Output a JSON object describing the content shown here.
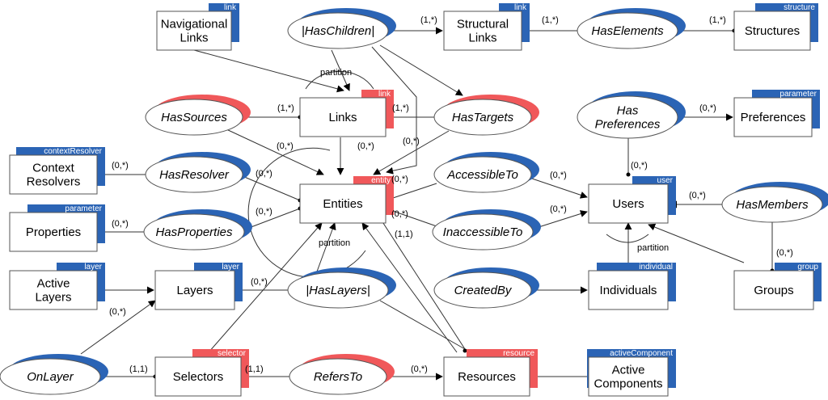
{
  "colors": {
    "blue": "#2b64b5",
    "red": "#f0585a",
    "box_border": "#555555",
    "line": "#333333"
  },
  "entities": {
    "navigational_links": {
      "lines": [
        "Navigational",
        "Links"
      ],
      "tag": "link",
      "accent": "blue"
    },
    "structural_links": {
      "lines": [
        "Structural",
        "Links"
      ],
      "tag": "link",
      "accent": "blue"
    },
    "structures": {
      "lines": [
        "Structures"
      ],
      "tag": "structure",
      "accent": "blue"
    },
    "links": {
      "lines": [
        "Links"
      ],
      "tag": "link",
      "accent": "red"
    },
    "preferences": {
      "lines": [
        "Preferences"
      ],
      "tag": "parameter",
      "accent": "blue"
    },
    "context_resolvers": {
      "lines": [
        "Context",
        "Resolvers"
      ],
      "tag": "contextResolver",
      "accent": "blue"
    },
    "entities": {
      "lines": [
        "Entities"
      ],
      "tag": "entity",
      "accent": "red"
    },
    "users": {
      "lines": [
        "Users"
      ],
      "tag": "user",
      "accent": "blue"
    },
    "properties": {
      "lines": [
        "Properties"
      ],
      "tag": "parameter",
      "accent": "blue"
    },
    "active_layers": {
      "lines": [
        "Active",
        "Layers"
      ],
      "tag": "layer",
      "accent": "blue"
    },
    "layers": {
      "lines": [
        "Layers"
      ],
      "tag": "layer",
      "accent": "blue"
    },
    "individuals": {
      "lines": [
        "Individuals"
      ],
      "tag": "individual",
      "accent": "blue"
    },
    "groups": {
      "lines": [
        "Groups"
      ],
      "tag": "group",
      "accent": "blue"
    },
    "selectors": {
      "lines": [
        "Selectors"
      ],
      "tag": "selector",
      "accent": "red"
    },
    "resources": {
      "lines": [
        "Resources"
      ],
      "tag": "resource",
      "accent": "red"
    },
    "active_components": {
      "lines": [
        "Active",
        "Components"
      ],
      "tag": "activeComponent",
      "accent": "blue"
    }
  },
  "relations": {
    "has_children": {
      "lines": [
        "|HasChildren|"
      ],
      "accent": "blue"
    },
    "has_elements": {
      "lines": [
        "HasElements"
      ],
      "accent": "blue"
    },
    "has_sources": {
      "lines": [
        "HasSources"
      ],
      "accent": "red"
    },
    "has_targets": {
      "lines": [
        "HasTargets"
      ],
      "accent": "red"
    },
    "has_preferences": {
      "lines": [
        "Has",
        "Preferences"
      ],
      "accent": "blue"
    },
    "has_resolver": {
      "lines": [
        "HasResolver"
      ],
      "accent": "blue"
    },
    "accessible_to": {
      "lines": [
        "AccessibleTo"
      ],
      "accent": "blue"
    },
    "has_properties": {
      "lines": [
        "HasProperties"
      ],
      "accent": "blue"
    },
    "inaccessible_to": {
      "lines": [
        "InaccessibleTo"
      ],
      "accent": "blue"
    },
    "has_members": {
      "lines": [
        "HasMembers"
      ],
      "accent": "blue"
    },
    "has_layers": {
      "lines": [
        "|HasLayers|"
      ],
      "accent": "blue"
    },
    "created_by": {
      "lines": [
        "CreatedBy"
      ],
      "accent": "blue"
    },
    "on_layer": {
      "lines": [
        "OnLayer"
      ],
      "accent": "blue"
    },
    "refers_to": {
      "lines": [
        "RefersTo"
      ],
      "accent": "red"
    }
  },
  "cardinalities": [
    "(1,*)",
    "(1,*)",
    "(1,*)",
    "(1,*)",
    "(1,*)",
    "(0,*)",
    "(0,*)",
    "(0,*)",
    "(0,*)",
    "(0,*)",
    "(0,*)",
    "(0,*)",
    "(0,*)",
    "(0,*)",
    "(0,*)",
    "(0,*)",
    "(0,*)",
    "(1,1)",
    "(0,*)",
    "(0,*)",
    "(0,*)",
    "(0,*)",
    "(0,*)",
    "(1,1)",
    "(1,1)",
    "(0,*)"
  ],
  "partition_labels": [
    "partition",
    "partition",
    "partition"
  ]
}
